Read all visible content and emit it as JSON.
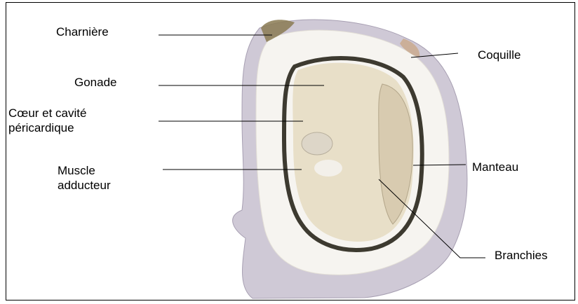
{
  "labels": {
    "charniere": "Charnière",
    "gonade": "Gonade",
    "coeur_l1": "Cœur et cavité",
    "coeur_l2": "péricardique",
    "muscle_l1": "Muscle",
    "muscle_l2": "adducteur",
    "coquille": "Coquille",
    "manteau": "Manteau",
    "branchies": "Branchies"
  },
  "colors": {
    "line": "#000000",
    "shell": "#f4f2ee",
    "shell_outer": "#c9c4d4",
    "hinge": "#8a7a52",
    "gonad": "#e6dcc4",
    "gills": "#d9cdb4",
    "mantle_edge": "#3d3a30",
    "muscle": "#f2efe8"
  }
}
